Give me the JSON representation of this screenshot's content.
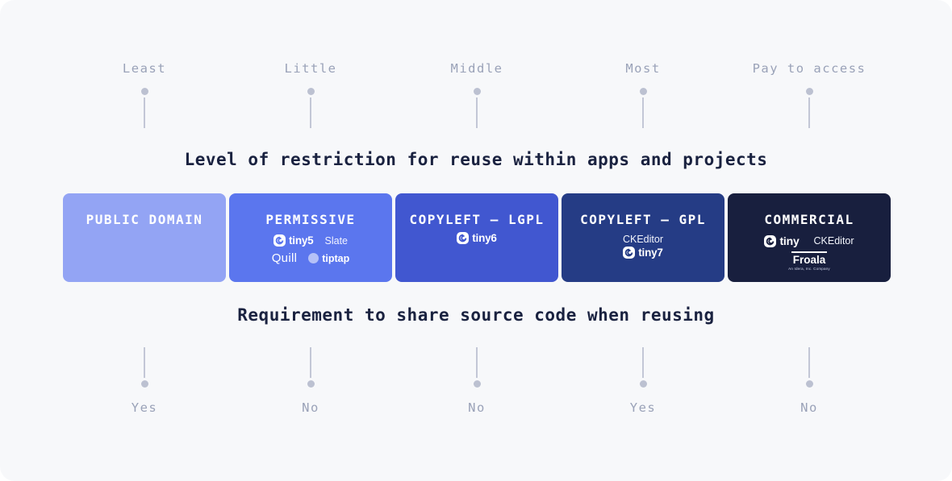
{
  "page": {
    "background": "#ffffff",
    "panel_background": "#f7f8fa",
    "pin_color": "#bcc1d1",
    "axis_label_color": "#9aa2b8",
    "title_color": "#1a2240"
  },
  "top_axis": {
    "title": "Level of restriction for reuse within apps and projects",
    "labels": [
      "Least",
      "Little",
      "Middle",
      "Most",
      "Pay to access"
    ]
  },
  "bottom_axis": {
    "title": "Requirement to share source code when reusing",
    "labels": [
      "Yes",
      "No",
      "No",
      "Yes",
      "No"
    ]
  },
  "cards": [
    {
      "title": "PUBLIC DOMAIN",
      "color": "#93a4f4"
    },
    {
      "title": "PERMISSIVE",
      "color": "#5b76ee",
      "logo_tiny": "tiny5",
      "logo_slate": "Slate",
      "logo_quill": "Quill",
      "logo_tiptap": "tiptap"
    },
    {
      "title": "COPYLEFT — LGPL",
      "color": "#4157d0",
      "logo_tiny": "tiny6"
    },
    {
      "title": "COPYLEFT — GPL",
      "color": "#253c85",
      "logo_ckeditor": "CKEditor",
      "logo_tiny": "tiny7"
    },
    {
      "title": "COMMERCIAL",
      "color": "#181f3e",
      "logo_tiny": "tiny",
      "logo_ckeditor": "CKEditor",
      "logo_froala": "Froala",
      "logo_froala_sub": "An Idera, Inc. Company"
    }
  ]
}
